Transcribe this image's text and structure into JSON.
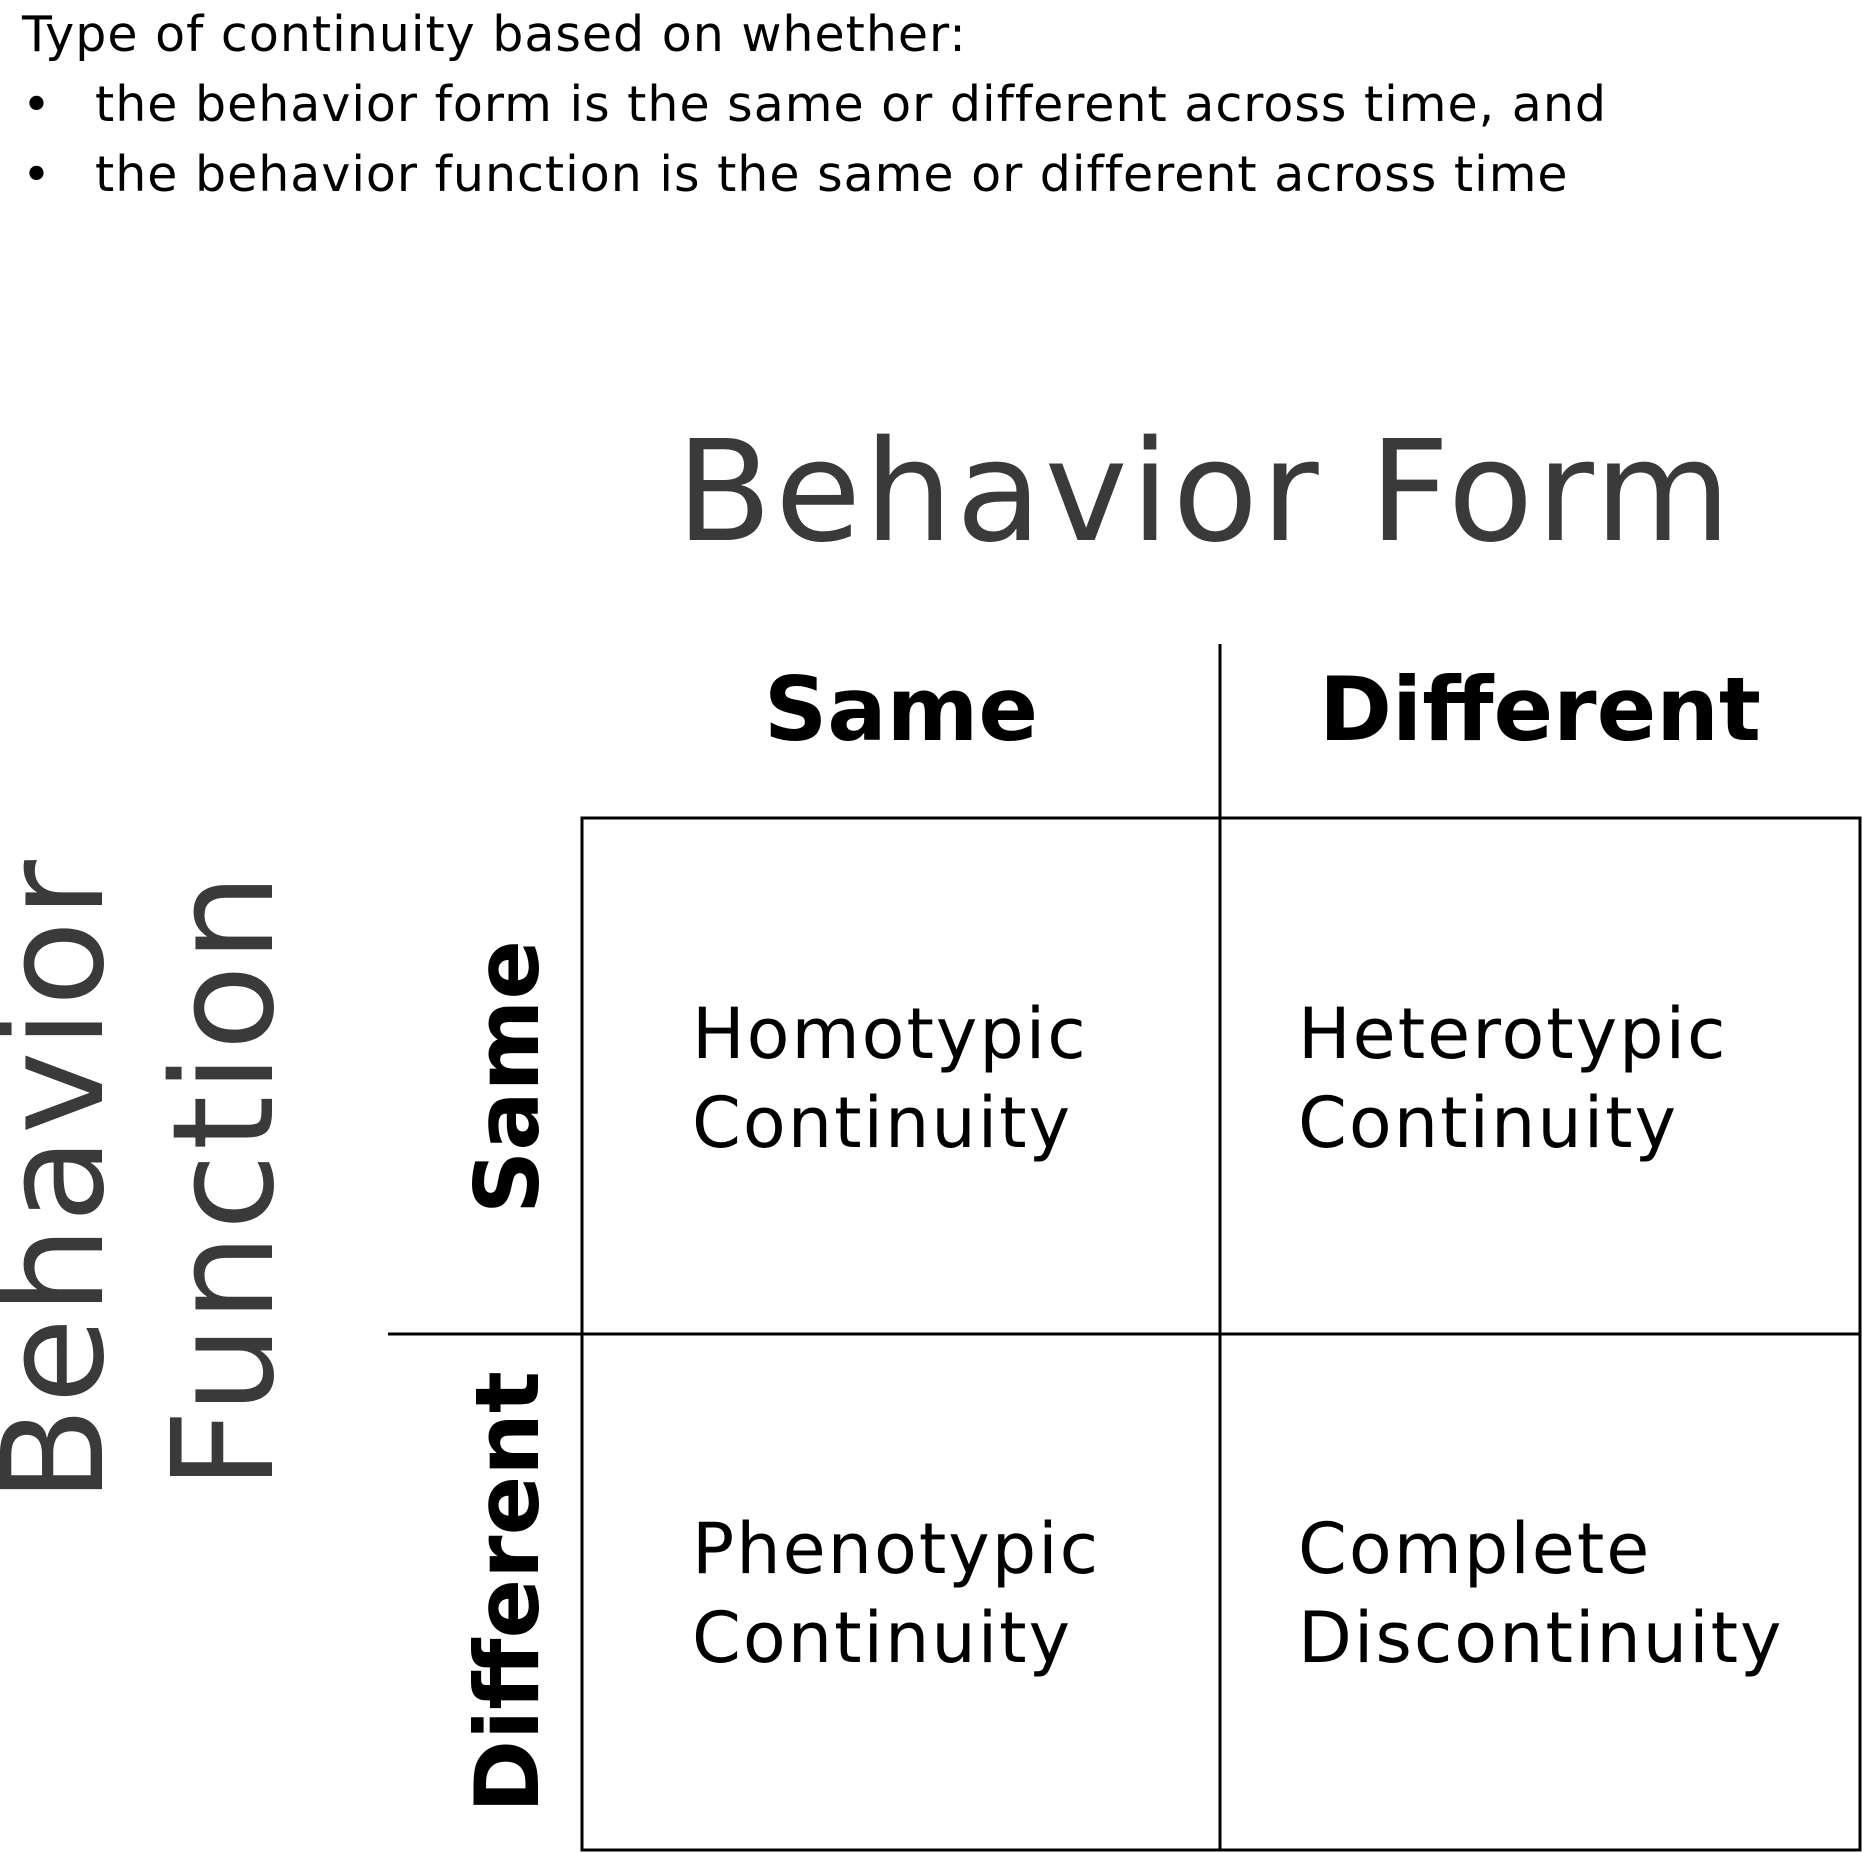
{
  "intro": {
    "heading": "Type of continuity based on whether:",
    "bullet_symbol": "•",
    "bullets": [
      "the behavior form is the same or different across time, and",
      "the behavior function is the same or different across time"
    ]
  },
  "matrix": {
    "column_axis_title": "Behavior Form",
    "row_axis_title": [
      "Behavior",
      "Function"
    ],
    "column_headers": [
      "Same",
      "Different"
    ],
    "row_headers": [
      "Same",
      "Different"
    ],
    "cells": [
      [
        {
          "line1": "Homotypic",
          "line2": "Continuity"
        },
        {
          "line1": "Heterotypic",
          "line2": "Continuity"
        }
      ],
      [
        {
          "line1": "Phenotypic",
          "line2": "Continuity"
        },
        {
          "line1": "Complete",
          "line2": "Discontinuity"
        }
      ]
    ]
  },
  "colors": {
    "axis_title": "#3a3a3a",
    "text": "#000000",
    "lines": "#000000"
  }
}
